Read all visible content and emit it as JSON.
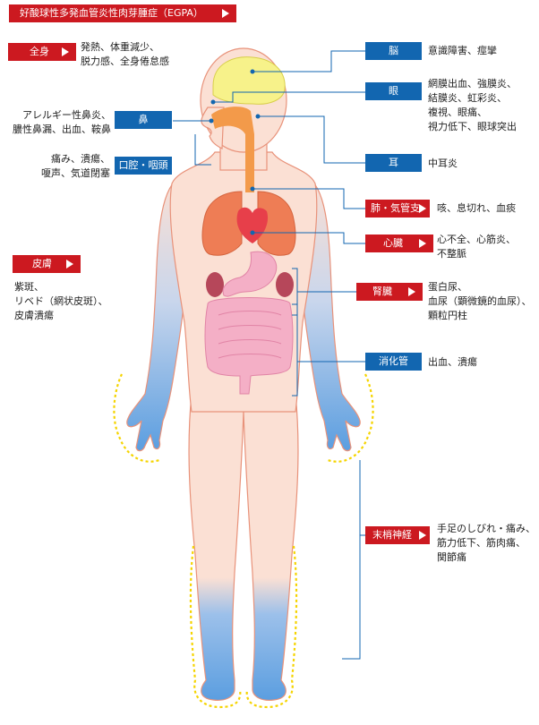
{
  "header": {
    "title": "好酸球性多発血管炎性肉芽腫症（EGPA）"
  },
  "colors": {
    "red": "#cc1920",
    "blue": "#1266b0",
    "line": "#1266b0",
    "skin": "#fbe0d4",
    "outline": "#e8927a"
  },
  "labels": {
    "whole_body": {
      "tag": "全身",
      "text": "発熱、体重減少、\n脱力感、全身倦怠感"
    },
    "skin": {
      "tag": "皮膚",
      "text": "紫斑、\nリベド（網状皮斑）、\n皮膚潰瘍"
    },
    "nose": {
      "tag": "鼻",
      "text": "アレルギー性鼻炎、\n膿性鼻漏、出血、鞍鼻"
    },
    "mouth_throat": {
      "tag": "口腔・咽頭",
      "text": "痛み、潰瘍、\n嗄声、気道閉塞"
    },
    "brain": {
      "tag": "脳",
      "text": "意識障害、痙攣"
    },
    "eye": {
      "tag": "眼",
      "text": "網膜出血、強膜炎、\n結膜炎、虹彩炎、\n複視、眼痛、\n視力低下、眼球突出"
    },
    "ear": {
      "tag": "耳",
      "text": "中耳炎"
    },
    "lung": {
      "tag": "肺・気管支",
      "text": "咳、息切れ、血痰"
    },
    "heart": {
      "tag": "心臓",
      "text": "心不全、心筋炎、\n不整脈"
    },
    "kidney": {
      "tag": "腎臓",
      "text": "蛋白尿、\n血尿（顕微鏡的血尿）、\n顆粒円柱"
    },
    "gi": {
      "tag": "消化管",
      "text": "出血、潰瘍"
    },
    "nerve": {
      "tag": "末梢神経",
      "text": "手足のしびれ・痛み、\n筋力低下、筋肉痛、\n関節痛"
    }
  }
}
